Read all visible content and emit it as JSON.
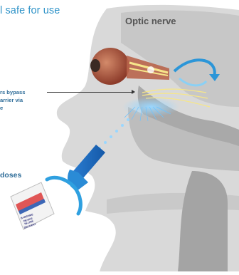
{
  "headline": "l safe for use",
  "labels": {
    "optic_nerve": "Optic nerve",
    "bypass_line1": "rs bypass",
    "bypass_line2": "arrier via",
    "bypass_line3": "e",
    "doses": "doses",
    "device_label": "B-INSPIRE\nDEVICE\nIN-LINE\nDELIVERY"
  },
  "colors": {
    "headline_blue": "#2f93c8",
    "label_blue": "#2f6d99",
    "head_gray": "#d6d6d6",
    "device_blue": "#1f6fc2",
    "nerve_yellow": "#f6e68a"
  },
  "icons": [
    "blue-curved-arrow",
    "spray-device",
    "eye",
    "optic-nerve",
    "nerve-fibers"
  ]
}
